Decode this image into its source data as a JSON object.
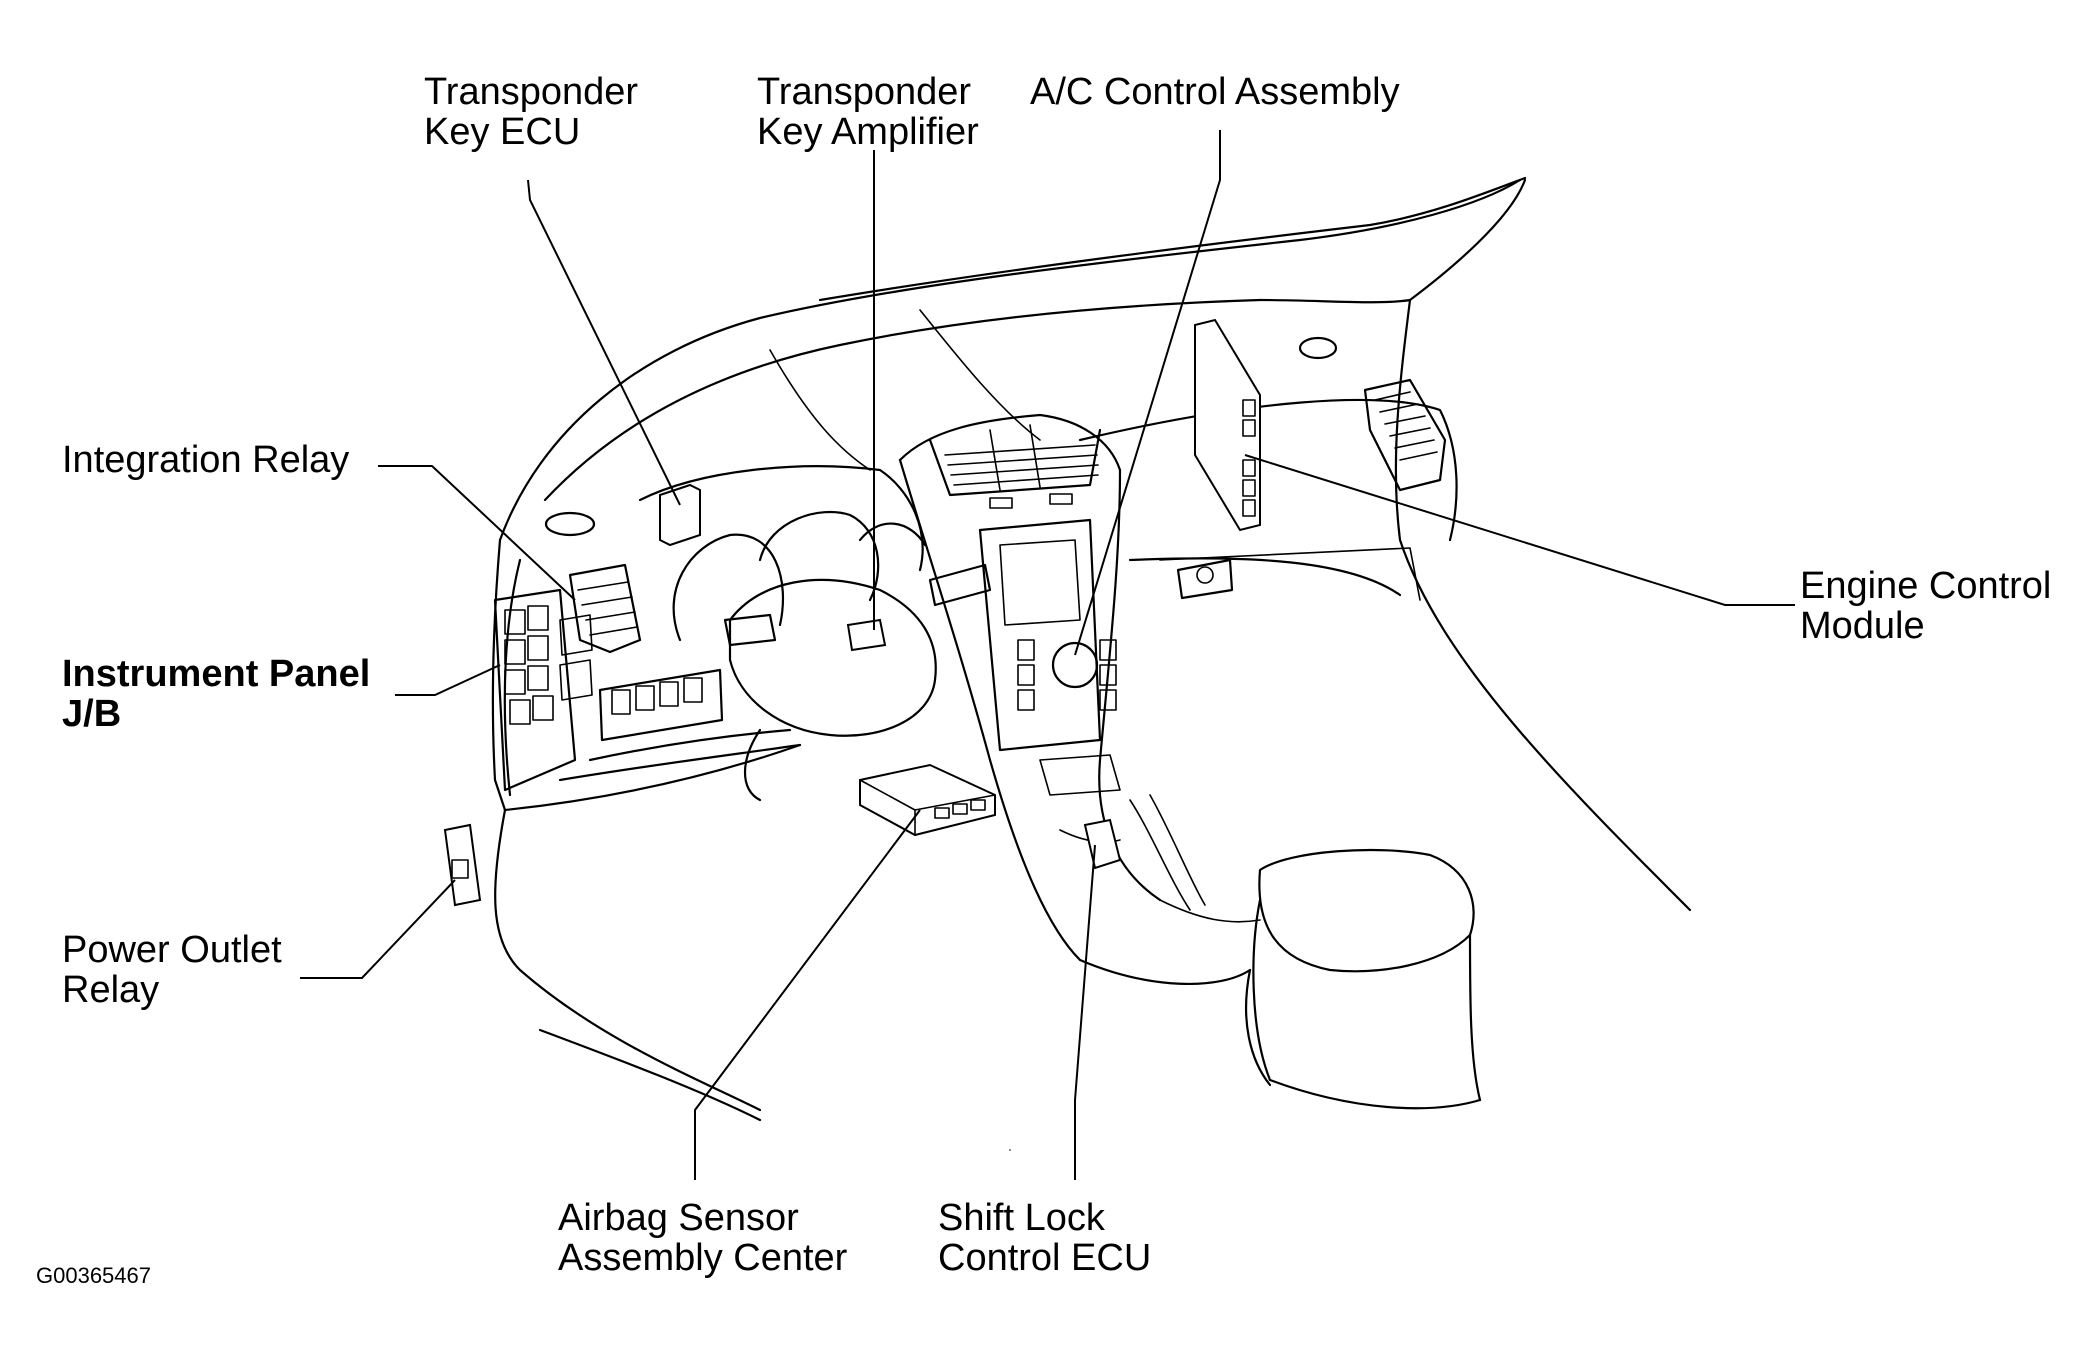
{
  "diagram": {
    "labels": {
      "transponder_key_ecu": [
        "Transponder",
        "Key ECU"
      ],
      "transponder_key_amplifier": [
        "Transponder",
        "Key Amplifier"
      ],
      "ac_control_assembly": [
        "A/C Control Assembly"
      ],
      "integration_relay": [
        "Integration Relay"
      ],
      "instrument_panel_jb": [
        "Instrument Panel",
        "J/B"
      ],
      "engine_control_module": [
        "Engine Control",
        "Module"
      ],
      "power_outlet_relay": [
        "Power Outlet",
        "Relay"
      ],
      "airbag_sensor_assembly_center": [
        "Airbag Sensor",
        "Assembly Center"
      ],
      "shift_lock_control_ecu": [
        "Shift Lock",
        "Control ECU"
      ]
    },
    "figure_code": "G00365467"
  },
  "colors": {
    "line": "#000000",
    "background": "#ffffff"
  }
}
